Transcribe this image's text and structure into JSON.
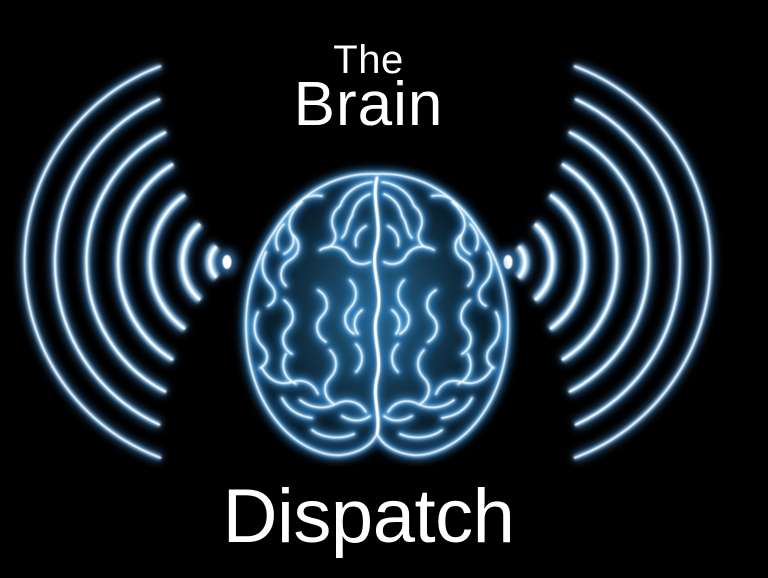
{
  "page": {
    "background_color": "#000000"
  },
  "logo": {
    "line1": "The",
    "line2": "Brain",
    "line3": "Dispatch",
    "text_color": "#ffffff"
  },
  "artwork": {
    "icons": [
      "brain-icon",
      "sound-wave-left-icon",
      "sound-wave-right-icon",
      "wave-origin-dot"
    ],
    "colors": {
      "wave_glow": "#3676b2",
      "wave_mid": "#a8d3f2",
      "wave_core": "#ffffff",
      "brain_glow": "#2f7fc2",
      "brain_mid": "#8fc6ea",
      "brain_core": "#ffffff",
      "brain_fill_center": "#174a68",
      "brain_fill_edge": "#06131e"
    }
  }
}
